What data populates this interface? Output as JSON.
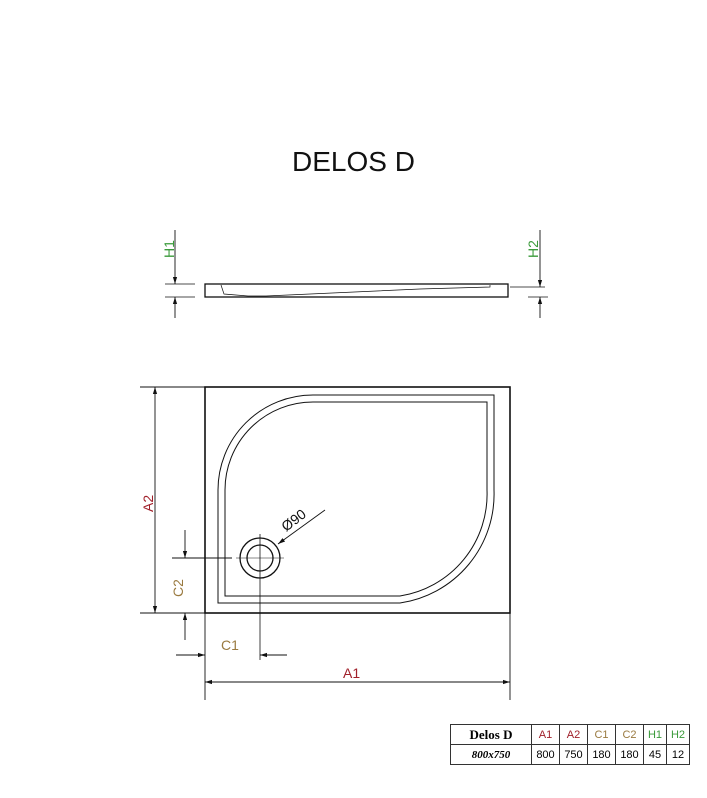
{
  "title": "DELOS D",
  "labels": {
    "H1": "H1",
    "H2": "H2",
    "A1": "A1",
    "A2": "A2",
    "C1": "C1",
    "C2": "C2",
    "diameter": "Ø90"
  },
  "colors": {
    "A": "#a0202a",
    "C": "#9a7a40",
    "H": "#3a9a3a"
  },
  "table": {
    "model": "Delos D",
    "headers": [
      "A1",
      "A2",
      "C1",
      "C2",
      "H1",
      "H2"
    ],
    "size": "800x750",
    "values": [
      "800",
      "750",
      "180",
      "180",
      "45",
      "12"
    ]
  }
}
